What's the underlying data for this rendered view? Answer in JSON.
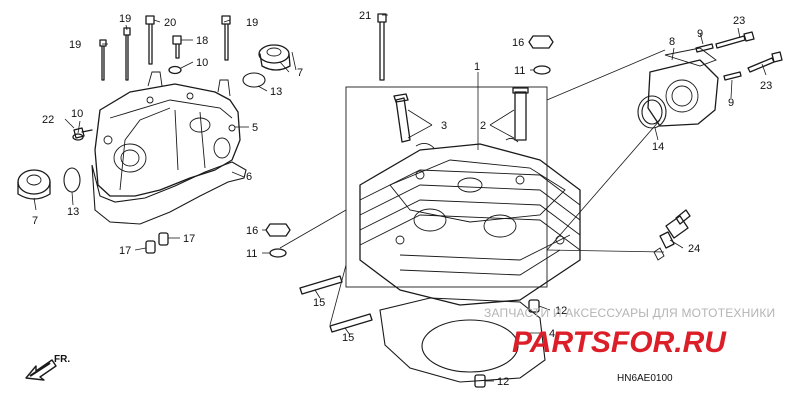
{
  "callouts": {
    "c1": "1",
    "c2": "2",
    "c3": "3",
    "c4": "4",
    "c5": "5",
    "c6": "6",
    "c7a": "7",
    "c7b": "7",
    "c8": "8",
    "c9a": "9",
    "c9b": "9",
    "c10a": "10",
    "c10b": "10",
    "c11a": "11",
    "c11b": "11",
    "c12a": "12",
    "c12b": "12",
    "c13a": "13",
    "c13b": "13",
    "c14": "14",
    "c15a": "15",
    "c15b": "15",
    "c16a": "16",
    "c16b": "16",
    "c17a": "17",
    "c17b": "17",
    "c18": "18",
    "c19a": "19",
    "c19b": "19",
    "c19c": "19",
    "c20": "20",
    "c21": "21",
    "c22": "22",
    "c23a": "23",
    "c23b": "23",
    "c24": "24"
  },
  "direction_label": "FR.",
  "diagram_code": "HN6AE0100",
  "watermark": {
    "tagline": "ЗАПЧАСТИ И АКСЕССУАРЫ ДЛЯ МОТОТЕХНИКИ",
    "brand": "PARTSFOR.RU",
    "brand_color": "#dc1e28"
  }
}
